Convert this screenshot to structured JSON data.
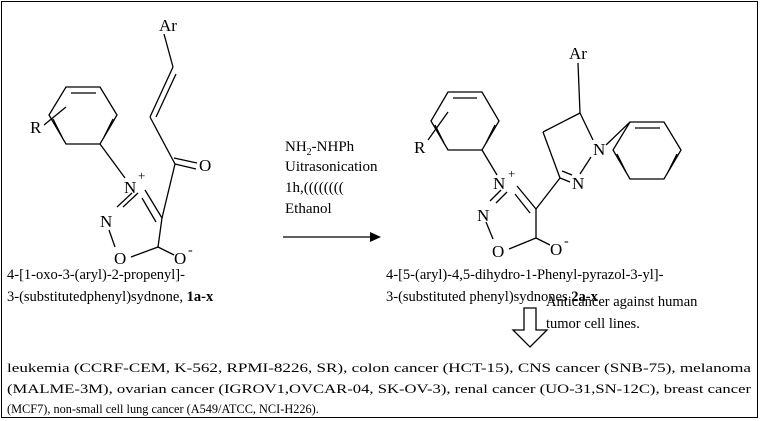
{
  "reactant": {
    "atoms": {
      "ar": "Ar",
      "r": "R",
      "n_plus": "N",
      "plus": "+",
      "n": "N",
      "o_ring": "O",
      "o_keto": "O",
      "o_minus": "O",
      "minus": "-"
    },
    "name_line1": "4-[1-oxo-3-(aryl)-2-propenyl]-",
    "name_line2_prefix": "3-(substitutedphenyl)sydnone, ",
    "name_line2_code": "1a-x"
  },
  "conditions": {
    "reagent_prefix": "NH",
    "reagent_sub": "2",
    "reagent_suffix": "-NHPh",
    "method": "Uitrasonication",
    "time": "1h,((((((((",
    "solvent": "Ethanol"
  },
  "product": {
    "atoms": {
      "ar": "Ar",
      "r": "R",
      "n_plus": "N",
      "plus": "+",
      "n": "N",
      "o_ring": "O",
      "o_minus": "O",
      "minus": "-",
      "n1": "N",
      "n2": "N"
    },
    "name_line1": "4-[5-(aryl)-4,5-dihydro-1-Phenyl-pyrazol-3-yl]-",
    "name_line2_prefix": "3-(substituted phenyl)sydnones ",
    "name_line2_code": "2a-x"
  },
  "activity": {
    "label_line1": "Anticancer against human",
    "label_line2": "tumor cell lines."
  },
  "cell_lines": {
    "line1": "leukemia (CCRF-CEM, K-562, RPMI-8226, SR), colon cancer (HCT-15), CNS cancer (SNB-75), melanoma",
    "line2": "(MALME-3M), ovarian cancer (IGROV1,OVCAR-04, SK-OV-3), renal cancer (UO-31,SN-12C), breast cancer",
    "line3": "(MCF7), non-small cell lung cancer (A549/ATCC, NCI-H226)."
  }
}
